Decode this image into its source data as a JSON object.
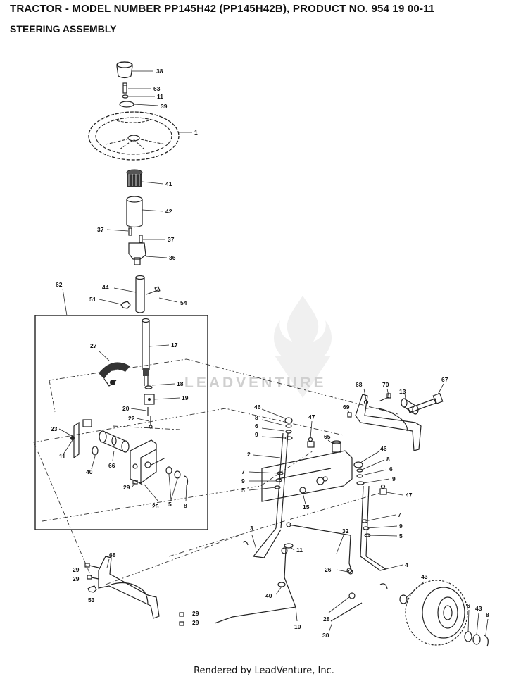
{
  "header": {
    "title": "TRACTOR - MODEL NUMBER PP145H42 (PP145H42B), PRODUCT NO. 954 19 00-11",
    "subtitle": "STEERING ASSEMBLY"
  },
  "watermark": {
    "text": "LEADVENTURE",
    "icon": "flame-v-logo-icon"
  },
  "footer": {
    "text": "Rendered by LeadVenture, Inc."
  },
  "callouts": [
    {
      "id": "c38",
      "label": "38"
    },
    {
      "id": "c63",
      "label": "63"
    },
    {
      "id": "c11a",
      "label": "11"
    },
    {
      "id": "c39",
      "label": "39"
    },
    {
      "id": "c1",
      "label": "1"
    },
    {
      "id": "c41",
      "label": "41"
    },
    {
      "id": "c42",
      "label": "42"
    },
    {
      "id": "c37a",
      "label": "37"
    },
    {
      "id": "c37b",
      "label": "37"
    },
    {
      "id": "c36",
      "label": "36"
    },
    {
      "id": "c62",
      "label": "62"
    },
    {
      "id": "c44",
      "label": "44"
    },
    {
      "id": "c51",
      "label": "51"
    },
    {
      "id": "c54",
      "label": "54"
    },
    {
      "id": "c17",
      "label": "17"
    },
    {
      "id": "c27",
      "label": "27"
    },
    {
      "id": "c18",
      "label": "18"
    },
    {
      "id": "c19",
      "label": "19"
    },
    {
      "id": "c20",
      "label": "20"
    },
    {
      "id": "c22",
      "label": "22"
    },
    {
      "id": "c23",
      "label": "23"
    },
    {
      "id": "c11b",
      "label": "11"
    },
    {
      "id": "c40a",
      "label": "40"
    },
    {
      "id": "c66",
      "label": "66"
    },
    {
      "id": "c29a",
      "label": "29"
    },
    {
      "id": "c25",
      "label": "25"
    },
    {
      "id": "c5a",
      "label": "5"
    },
    {
      "id": "c8a",
      "label": "8"
    },
    {
      "id": "c68a",
      "label": "68"
    },
    {
      "id": "c70",
      "label": "70"
    },
    {
      "id": "c13",
      "label": "13"
    },
    {
      "id": "c67",
      "label": "67"
    },
    {
      "id": "c46a",
      "label": "46"
    },
    {
      "id": "c8b",
      "label": "8"
    },
    {
      "id": "c6a",
      "label": "6"
    },
    {
      "id": "c9a",
      "label": "9"
    },
    {
      "id": "c47a",
      "label": "47"
    },
    {
      "id": "c69",
      "label": "69"
    },
    {
      "id": "c65",
      "label": "65"
    },
    {
      "id": "c2",
      "label": "2"
    },
    {
      "id": "c7a",
      "label": "7"
    },
    {
      "id": "c9b",
      "label": "9"
    },
    {
      "id": "c5b",
      "label": "5"
    },
    {
      "id": "c15",
      "label": "15"
    },
    {
      "id": "c46b",
      "label": "46"
    },
    {
      "id": "c8c",
      "label": "8"
    },
    {
      "id": "c6b",
      "label": "6"
    },
    {
      "id": "c9c",
      "label": "9"
    },
    {
      "id": "c47b",
      "label": "47"
    },
    {
      "id": "c7b",
      "label": "7"
    },
    {
      "id": "c9d",
      "label": "9"
    },
    {
      "id": "c5c",
      "label": "5"
    },
    {
      "id": "c3",
      "label": "3"
    },
    {
      "id": "c32",
      "label": "32"
    },
    {
      "id": "c11c",
      "label": "11"
    },
    {
      "id": "c4",
      "label": "4"
    },
    {
      "id": "c26",
      "label": "26"
    },
    {
      "id": "c43a",
      "label": "43"
    },
    {
      "id": "c40b",
      "label": "40"
    },
    {
      "id": "c6c",
      "label": "6"
    },
    {
      "id": "c43b",
      "label": "43"
    },
    {
      "id": "c8d",
      "label": "8"
    },
    {
      "id": "c68b",
      "label": "68"
    },
    {
      "id": "c29b",
      "label": "29"
    },
    {
      "id": "c29c",
      "label": "29"
    },
    {
      "id": "c53",
      "label": "53"
    },
    {
      "id": "c29d",
      "label": "29"
    },
    {
      "id": "c29e",
      "label": "29"
    },
    {
      "id": "c28",
      "label": "28"
    },
    {
      "id": "c10",
      "label": "10"
    },
    {
      "id": "c30",
      "label": "30"
    }
  ]
}
